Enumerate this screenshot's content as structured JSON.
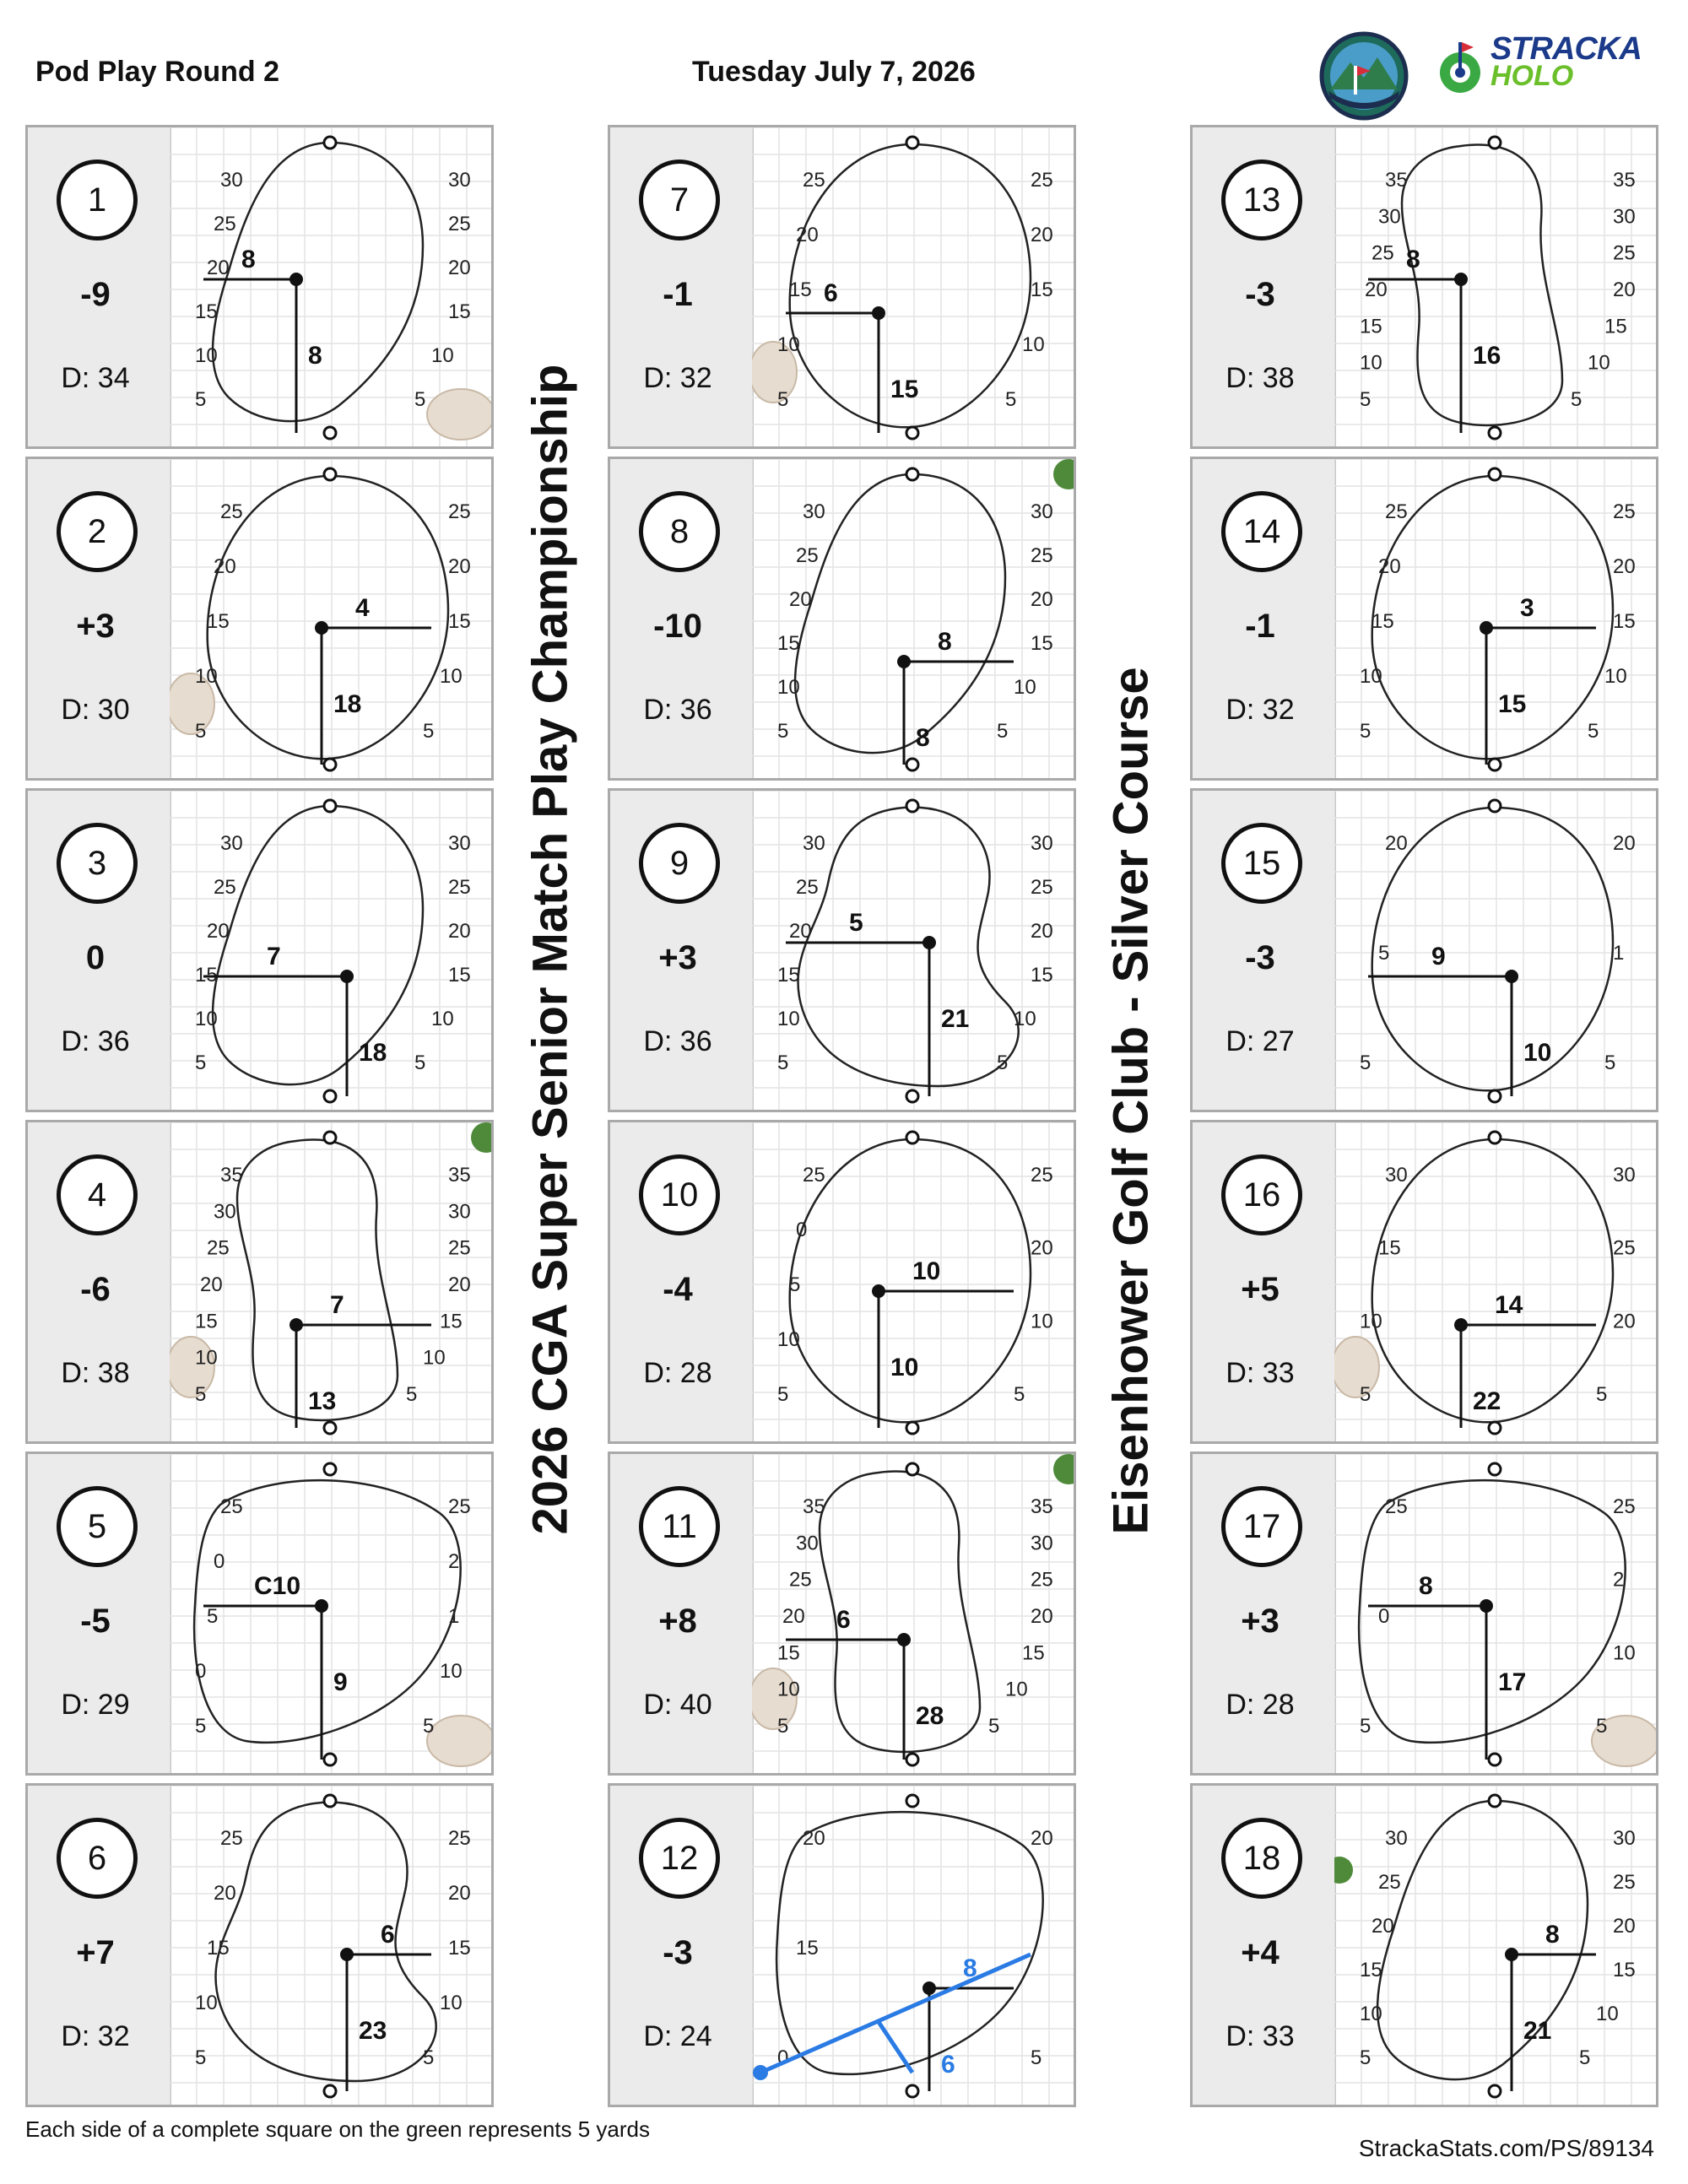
{
  "header": {
    "round": "Pod Play Round 2",
    "date": "Tuesday July 7, 2026",
    "brand_line1": "STRACKA",
    "brand_line2": "HOLO"
  },
  "titles": {
    "championship": "2026 CGA Super Senior Match Play Championship",
    "course": "Eisenhower Golf Club - Silver Course"
  },
  "colors": {
    "outline": "#222222",
    "grid": "#e4e4e4",
    "bunker": "#e6dcd0",
    "tree": "#4f8a3a",
    "blue_line": "#2a7be4",
    "card_left_bg": "#ebebeb"
  },
  "holes": [
    {
      "number": "1",
      "score": "-9",
      "depth": "D: 34",
      "shape": "oval",
      "pin_labels": [
        "8",
        "8"
      ],
      "yardage_left": [
        "30",
        "25",
        "20",
        "15",
        "10",
        "5"
      ],
      "yardage_right": [
        "30",
        "25",
        "20",
        "15",
        "10",
        "5"
      ],
      "decor": [
        "bunker-right"
      ]
    },
    {
      "number": "2",
      "score": "+3",
      "depth": "D: 30",
      "shape": "round",
      "pin_labels": [
        "4",
        "18"
      ],
      "yardage_left": [
        "25",
        "20",
        "15",
        "10",
        "5"
      ],
      "yardage_right": [
        "25",
        "20",
        "15",
        "10",
        "5"
      ],
      "decor": [
        "bunker-left"
      ]
    },
    {
      "number": "3",
      "score": "0",
      "depth": "D: 36",
      "shape": "oval",
      "pin_labels": [
        "7",
        "18"
      ],
      "yardage_left": [
        "30",
        "25",
        "20",
        "15",
        "10",
        "5"
      ],
      "yardage_right": [
        "30",
        "25",
        "20",
        "15",
        "10",
        "5"
      ],
      "decor": []
    },
    {
      "number": "4",
      "score": "-6",
      "depth": "D: 38",
      "shape": "narrow",
      "pin_labels": [
        "7",
        "13"
      ],
      "yardage_left": [
        "35",
        "30",
        "25",
        "20",
        "15",
        "10",
        "5"
      ],
      "yardage_right": [
        "35",
        "30",
        "25",
        "20",
        "15",
        "10",
        "5"
      ],
      "decor": [
        "bunker-left",
        "tree-right"
      ]
    },
    {
      "number": "5",
      "score": "-5",
      "depth": "D: 29",
      "shape": "wide",
      "pin_labels": [
        "C10",
        "9"
      ],
      "yardage_left": [
        "25",
        "0",
        "5",
        "0",
        "5"
      ],
      "yardage_right": [
        "25",
        "2",
        "1",
        "10",
        "5"
      ],
      "decor": [
        "bunker-right"
      ]
    },
    {
      "number": "6",
      "score": "+7",
      "depth": "D: 32",
      "shape": "kidney",
      "pin_labels": [
        "6",
        "23"
      ],
      "yardage_left": [
        "25",
        "20",
        "15",
        "10",
        "5"
      ],
      "yardage_right": [
        "25",
        "20",
        "15",
        "10",
        "5"
      ],
      "decor": []
    },
    {
      "number": "7",
      "score": "-1",
      "depth": "D: 32",
      "shape": "round",
      "pin_labels": [
        "6",
        "15"
      ],
      "yardage_left": [
        "25",
        "20",
        "15",
        "10",
        "5"
      ],
      "yardage_right": [
        "25",
        "20",
        "15",
        "10",
        "5"
      ],
      "decor": [
        "bunker-left"
      ]
    },
    {
      "number": "8",
      "score": "-10",
      "depth": "D: 36",
      "shape": "oval",
      "pin_labels": [
        "8",
        "8"
      ],
      "yardage_left": [
        "30",
        "25",
        "20",
        "15",
        "10",
        "5"
      ],
      "yardage_right": [
        "30",
        "25",
        "20",
        "15",
        "10",
        "5"
      ],
      "decor": [
        "tree-right"
      ]
    },
    {
      "number": "9",
      "score": "+3",
      "depth": "D: 36",
      "shape": "kidney",
      "pin_labels": [
        "5",
        "21"
      ],
      "yardage_left": [
        "30",
        "25",
        "20",
        "15",
        "10",
        "5"
      ],
      "yardage_right": [
        "30",
        "25",
        "20",
        "15",
        "10",
        "5"
      ],
      "decor": []
    },
    {
      "number": "10",
      "score": "-4",
      "depth": "D: 28",
      "shape": "round",
      "pin_labels": [
        "10",
        "10"
      ],
      "yardage_left": [
        "25",
        "0",
        "5",
        "10",
        "5"
      ],
      "yardage_right": [
        "25",
        "20",
        "10",
        "5"
      ],
      "decor": []
    },
    {
      "number": "11",
      "score": "+8",
      "depth": "D: 40",
      "shape": "narrow",
      "pin_labels": [
        "6",
        "28"
      ],
      "yardage_left": [
        "35",
        "30",
        "25",
        "20",
        "15",
        "10",
        "5"
      ],
      "yardage_right": [
        "35",
        "30",
        "25",
        "20",
        "15",
        "10",
        "5"
      ],
      "decor": [
        "bunker-left",
        "tree-right"
      ]
    },
    {
      "number": "12",
      "score": "-3",
      "depth": "D: 24",
      "shape": "wide",
      "pin_labels": [
        "8",
        "6"
      ],
      "yardage_left": [
        "20",
        "15",
        "0"
      ],
      "yardage_right": [
        "20",
        "5"
      ],
      "decor": [
        "blue-line"
      ]
    },
    {
      "number": "13",
      "score": "-3",
      "depth": "D: 38",
      "shape": "narrow",
      "pin_labels": [
        "8",
        "16"
      ],
      "yardage_left": [
        "35",
        "30",
        "25",
        "20",
        "15",
        "10",
        "5"
      ],
      "yardage_right": [
        "35",
        "30",
        "25",
        "20",
        "15",
        "10",
        "5"
      ],
      "decor": []
    },
    {
      "number": "14",
      "score": "-1",
      "depth": "D: 32",
      "shape": "round",
      "pin_labels": [
        "3",
        "15"
      ],
      "yardage_left": [
        "25",
        "20",
        "15",
        "10",
        "5"
      ],
      "yardage_right": [
        "25",
        "20",
        "15",
        "10",
        "5"
      ],
      "decor": []
    },
    {
      "number": "15",
      "score": "-3",
      "depth": "D: 27",
      "shape": "round",
      "pin_labels": [
        "9",
        "10"
      ],
      "yardage_left": [
        "20",
        "5",
        "5"
      ],
      "yardage_right": [
        "20",
        "1",
        "5"
      ],
      "decor": []
    },
    {
      "number": "16",
      "score": "+5",
      "depth": "D: 33",
      "shape": "round",
      "pin_labels": [
        "14",
        "22"
      ],
      "yardage_left": [
        "30",
        "15",
        "10",
        "5"
      ],
      "yardage_right": [
        "30",
        "25",
        "20",
        "5"
      ],
      "decor": [
        "bunker-left"
      ]
    },
    {
      "number": "17",
      "score": "+3",
      "depth": "D: 28",
      "shape": "wide",
      "pin_labels": [
        "8",
        "17"
      ],
      "yardage_left": [
        "25",
        "0",
        "5"
      ],
      "yardage_right": [
        "25",
        "2",
        "10",
        "5"
      ],
      "decor": [
        "bunker-right"
      ]
    },
    {
      "number": "18",
      "score": "+4",
      "depth": "D: 33",
      "shape": "oval",
      "pin_labels": [
        "8",
        "21"
      ],
      "yardage_left": [
        "30",
        "25",
        "20",
        "15",
        "10",
        "5"
      ],
      "yardage_right": [
        "30",
        "25",
        "20",
        "15",
        "10",
        "5"
      ],
      "decor": [
        "tree-left"
      ]
    }
  ],
  "footer": {
    "note": "Each side of a complete square on the green represents 5 yards",
    "url": "StrackaStats.com/PS/89134"
  }
}
